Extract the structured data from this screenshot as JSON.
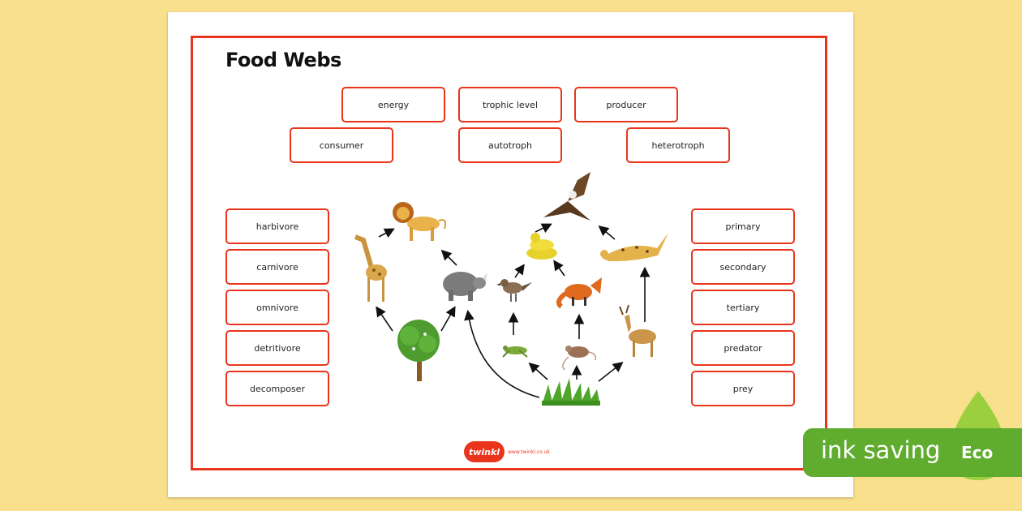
{
  "title": "Food Webs",
  "cards": {
    "energy": "energy",
    "trophic_level": "trophic level",
    "producer": "producer",
    "consumer": "consumer",
    "autotroph": "autotroph",
    "heterotroph": "heterotroph",
    "herbivore": "harbivore",
    "carnivore": "carnivore",
    "omnivore": "omnivore",
    "detritivore": "detritivore",
    "decomposer": "decomposer",
    "primary": "primary",
    "secondary": "secondary",
    "tertiary": "tertiary",
    "predator": "predator",
    "prey": "prey"
  },
  "footer": {
    "logo_text": "twinkl",
    "url": "www.twinkl.co.uk"
  },
  "ink_saving": {
    "label": "ink saving",
    "eco": "Eco",
    "color": "#5fac2f"
  },
  "accent_color": "#e8351c",
  "background_color": "#f9e08c",
  "icons": [
    "lion-icon",
    "giraffe-icon",
    "rhino-icon",
    "tree-icon",
    "eagle-icon",
    "snake-icon",
    "cheetah-icon",
    "bird-icon",
    "fox-icon",
    "grasshopper-icon",
    "mouse-icon",
    "deer-icon",
    "grass-icon",
    "leaf-drop-icon"
  ]
}
